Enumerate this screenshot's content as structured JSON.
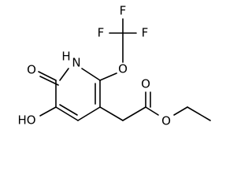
{
  "diagram": {
    "type": "chemical-structure",
    "atom_labels": {
      "f_top": "F",
      "f_left": "F",
      "f_right": "F",
      "o_ether": "O",
      "nh": "N",
      "h_on_n": "H",
      "o_carbonyl_ring": "O",
      "ho": "HO",
      "o_ester_carbonyl": "O",
      "o_ester": "O"
    }
  }
}
